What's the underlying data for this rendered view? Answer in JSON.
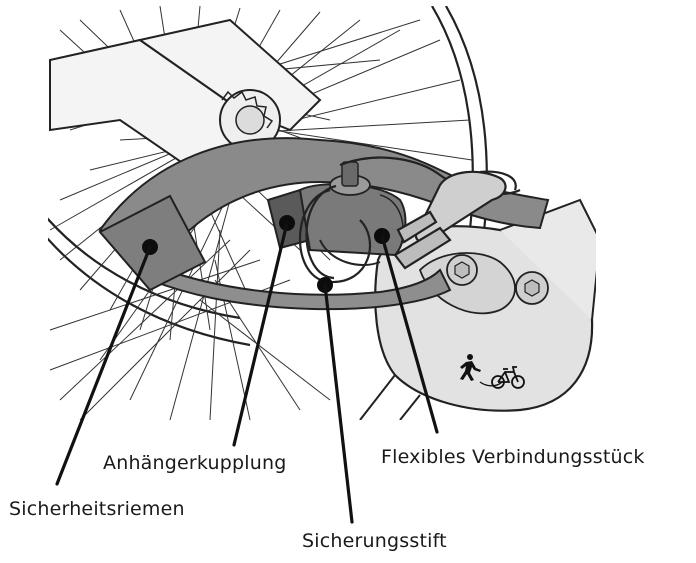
{
  "labels": {
    "hitch": "Anhängerkupplung",
    "connector": "Flexibles Verbindungsstück",
    "strap": "Sicherheitsriemen",
    "pin": "Sicherungsstift"
  },
  "icons": {
    "pedestrian": "walking-person-icon",
    "bike": "bicycle-icon"
  },
  "colors": {
    "strap": "#8a8a8a",
    "coupling": "#7a7a7a",
    "dark": "#222222",
    "housing": "#e2e2e2"
  }
}
